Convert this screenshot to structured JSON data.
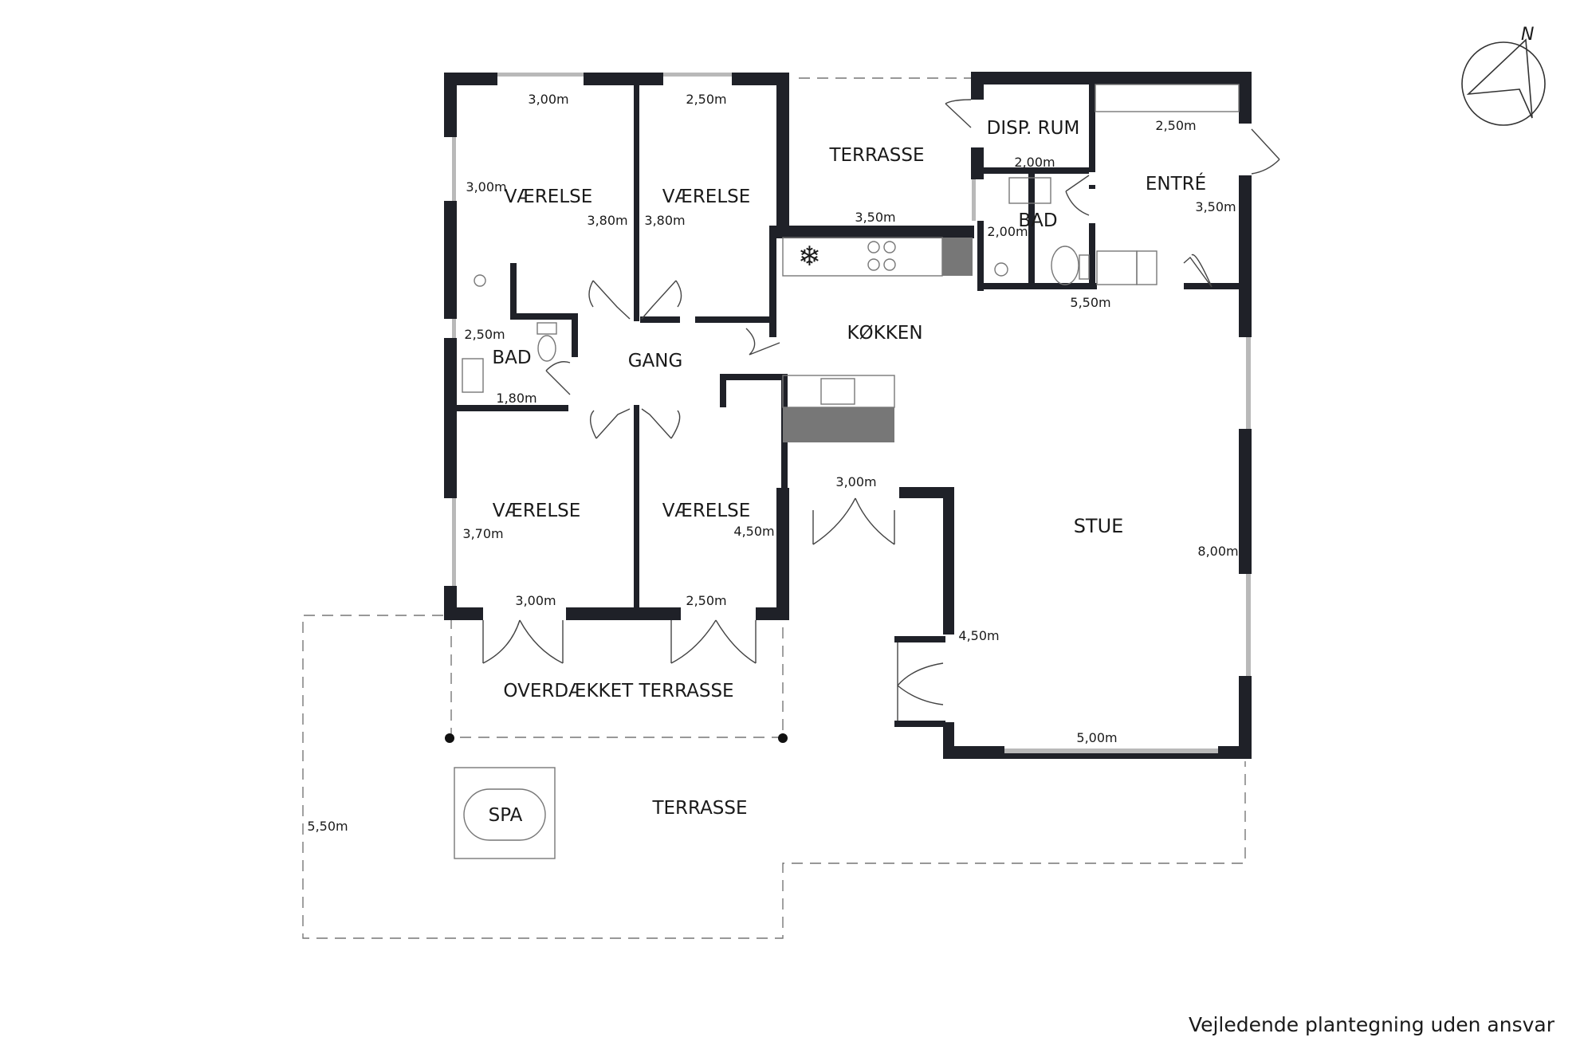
{
  "rooms": {
    "room1": "VÆRELSE",
    "room2": "VÆRELSE",
    "room3": "VÆRELSE",
    "room4": "VÆRELSE",
    "bath_west": "BAD",
    "hall": "GANG",
    "kitchen": "KØKKEN",
    "terrace_north": "TERRASSE",
    "utility": "DISP. RUM",
    "bath_east": "BAD",
    "entry": "ENTRÉ",
    "living": "STUE",
    "covered_terrace": "OVERDÆKKET TERRASSE",
    "terrace_south": "TERRASSE",
    "spa": "SPA"
  },
  "dimensions": {
    "room1_width": "3,00m",
    "room1_depth_left": "3,00m",
    "room1_depth_right": "3,80m",
    "room2_width": "2,50m",
    "room2_depth": "3,80m",
    "bath_west_width": "2,50m",
    "bath_west_depth": "1,80m",
    "terrace_north_width": "3,50m",
    "utility_width": "2,00m",
    "bath_east_depth": "2,00m",
    "entry_width": "2,50m",
    "entry_depth": "3,50m",
    "east_block_width": "5,50m",
    "corridor_width": "3,00m",
    "room3_depth": "3,70m",
    "room3_width": "3,00m",
    "room4_depth": "4,50m",
    "room4_width": "2,50m",
    "living_depth_east": "8,00m",
    "living_depth_west": "4,50m",
    "living_width": "5,00m",
    "terrace_south_depth": "5,50m"
  },
  "compass": {
    "north": "N"
  },
  "disclaimer": "Vejledende plantegning uden ansvar"
}
